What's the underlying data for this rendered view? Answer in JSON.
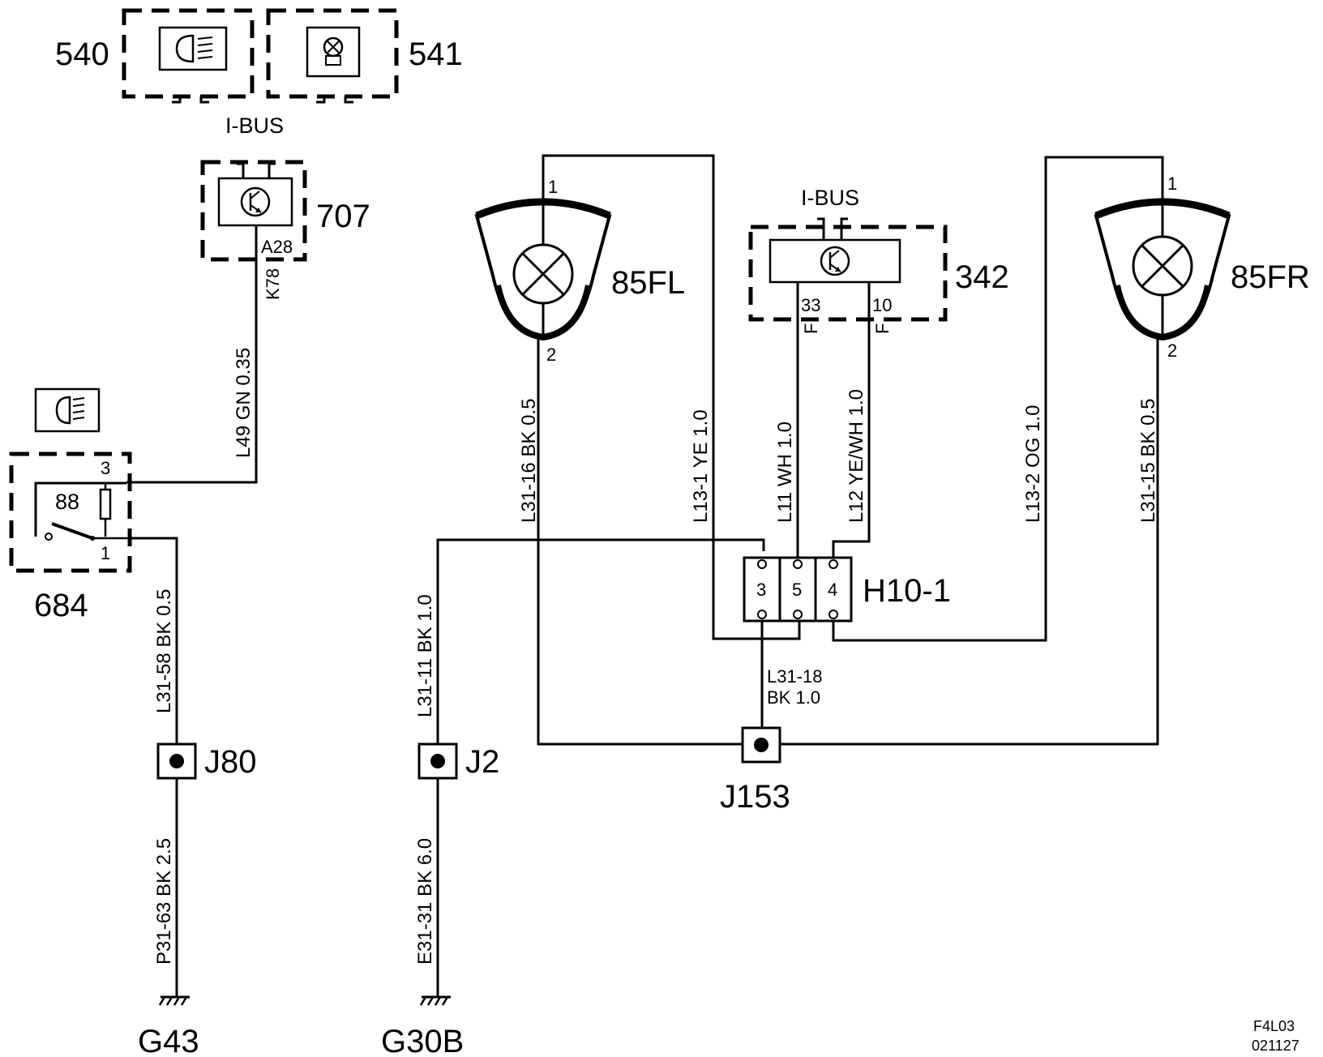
{
  "components": {
    "c540": "540",
    "c541": "541",
    "c707": "707",
    "c342": "342",
    "c684": "684",
    "lamp_fl": "85FL",
    "lamp_fr": "85FR",
    "connector": "H10-1",
    "j80": "J80",
    "j2": "J2",
    "j153": "J153",
    "g43": "G43",
    "g30b": "G30B",
    "relay_num": "88"
  },
  "bus": {
    "ibus_left": "I-BUS",
    "ibus_right": "I-BUS"
  },
  "pins": {
    "p707": "A28",
    "fl1": "1",
    "fl2": "2",
    "fr1": "1",
    "fr2": "2",
    "m33": "33",
    "m10": "10",
    "mF1": "F",
    "mF2": "F",
    "r3": "3",
    "r1": "1",
    "h3": "3",
    "h5": "5",
    "h4": "4"
  },
  "wires": {
    "k78": "K78",
    "l49": "L49  GN  0.35",
    "l31_58": "L31-58  BK  0.5",
    "p31_63": "P31-63  BK  2.5",
    "l31_11": "L31-11  BK  1.0",
    "e31_31": "E31-31  BK  6.0",
    "l31_16": "L31-16  BK  0.5",
    "l13_1": "L13-1  YE  1.0",
    "l11": "L11  WH  1.0",
    "l12": "L12  YE/WH  1.0",
    "l13_2": "L13-2  OG  1.0",
    "l31_15": "L31-15  BK  0.5",
    "l31_18_a": "L31-18",
    "l31_18_b": "BK     1.0"
  },
  "footer": {
    "code": "F4L03",
    "date": "021127"
  }
}
